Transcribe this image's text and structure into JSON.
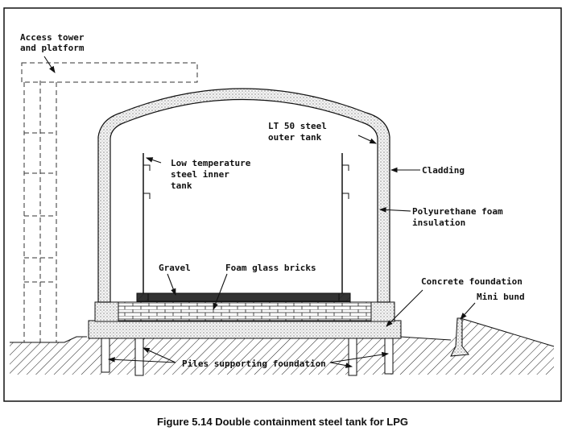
{
  "figure": {
    "caption": "Figure 5.14 Double containment steel tank for LPG",
    "labels": {
      "access_tower_1": "Access tower",
      "access_tower_2": "and platform",
      "outer_tank_1": "LT 50 steel",
      "outer_tank_2": "outer tank",
      "inner_tank_1": "Low temperature",
      "inner_tank_2": "steel inner",
      "inner_tank_3": "tank",
      "cladding": "Cladding",
      "insulation_1": "Polyurethane foam",
      "insulation_2": "insulation",
      "gravel": "Gravel",
      "foam_bricks": "Foam glass bricks",
      "concrete": "Concrete foundation",
      "bund": "Mini bund",
      "piles": "Piles supporting foundation"
    }
  }
}
